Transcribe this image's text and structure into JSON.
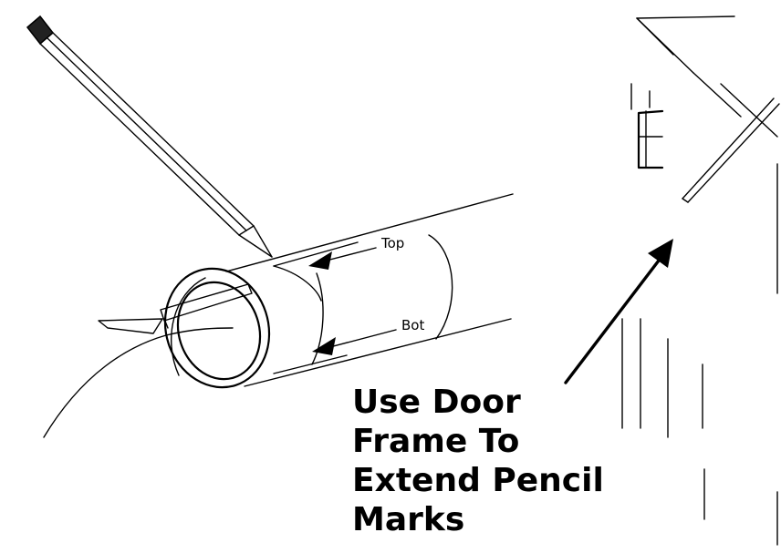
{
  "labels": {
    "top": "Top",
    "bottom": "Bot"
  },
  "caption": {
    "line1": "Use Door",
    "line2": "Frame To",
    "line3": "Extend Pencil",
    "line4": "Marks"
  }
}
